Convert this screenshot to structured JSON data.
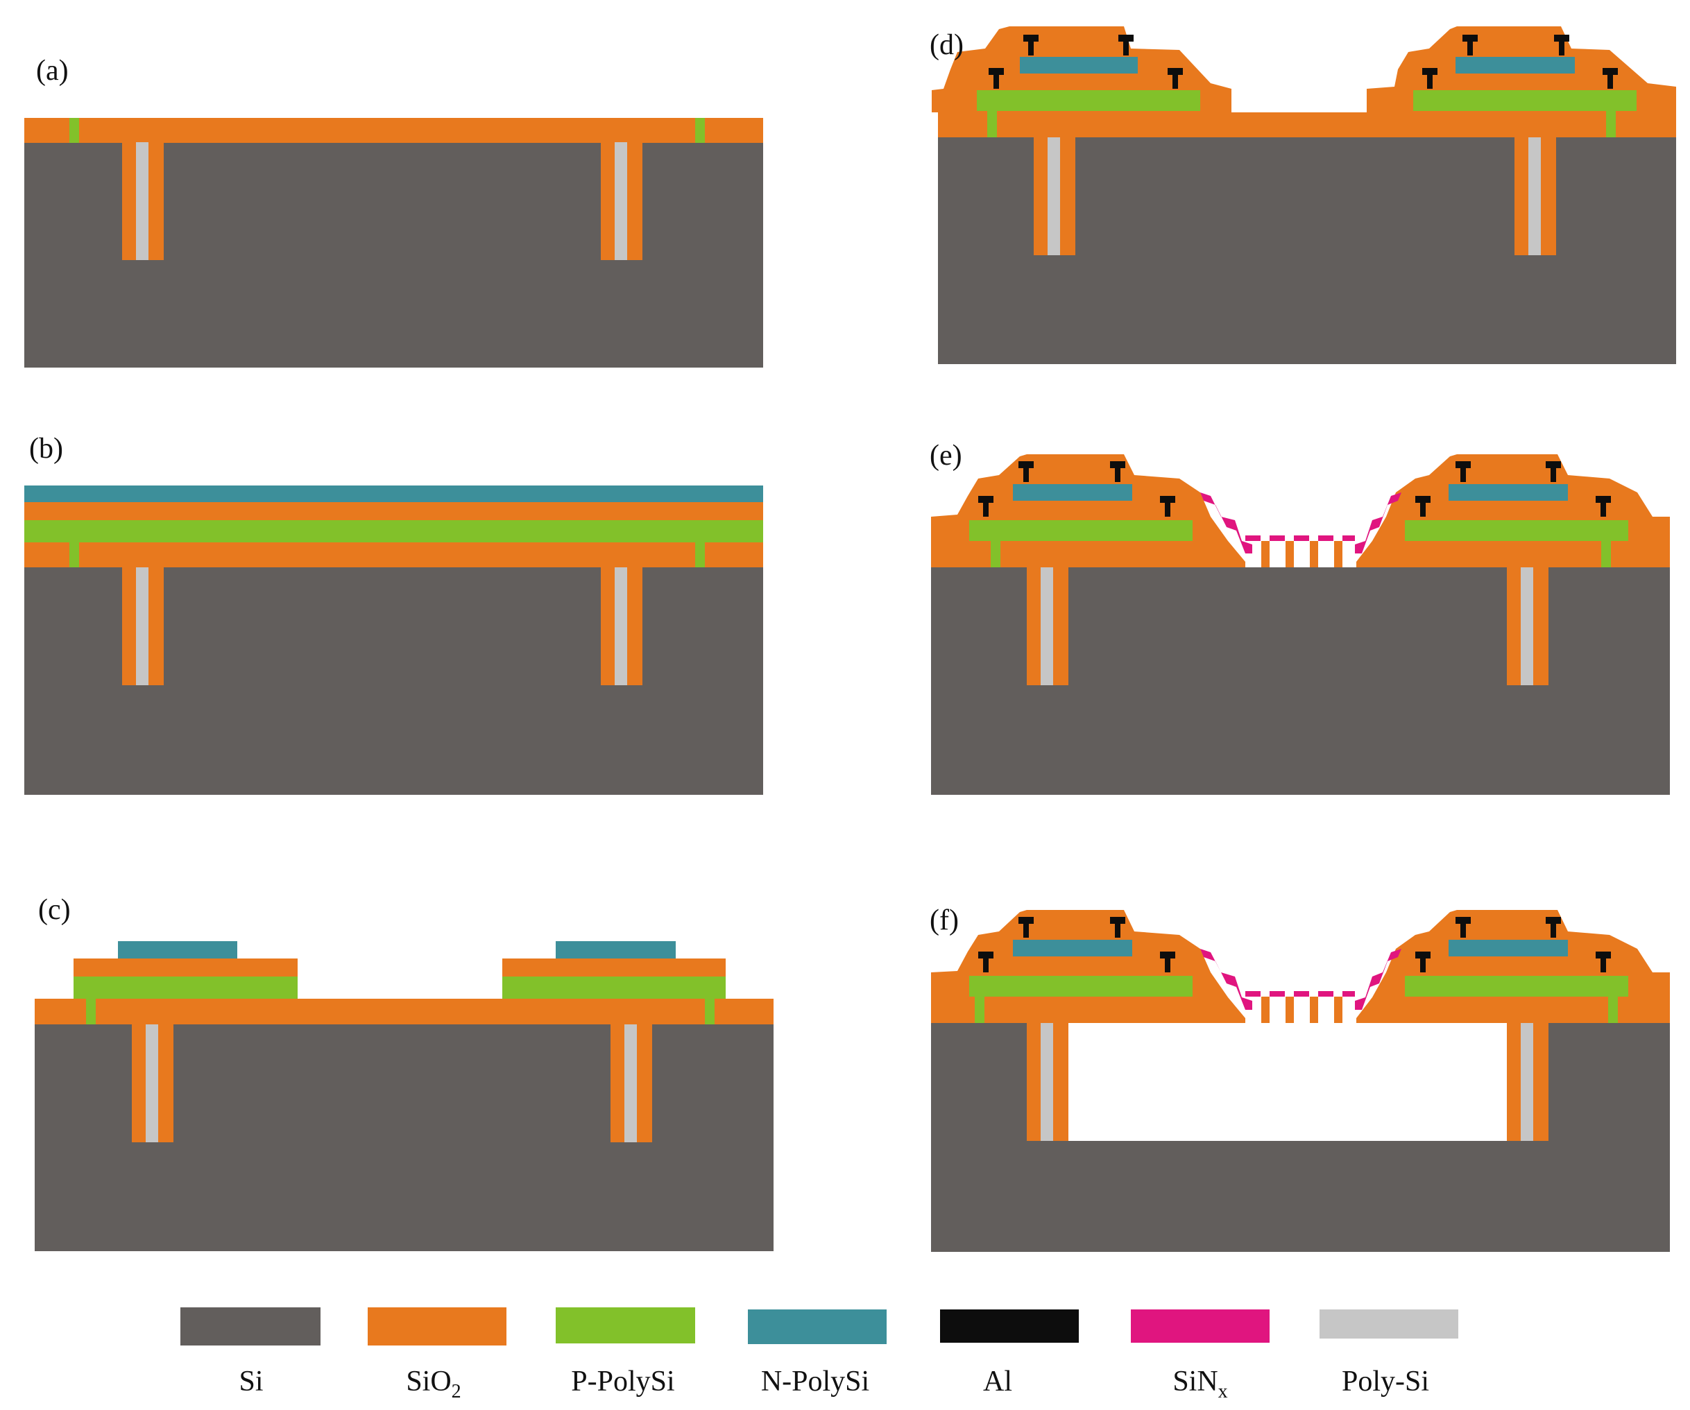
{
  "colors": {
    "Si": "#625e5c",
    "SiO2": "#e8791e",
    "P-PolySi": "#82c12a",
    "N-PolySi": "#3d8f9a",
    "Al": "#0d0d0d",
    "SiNx": "#e0157f",
    "Poly-Si": "#c6c6c6",
    "cavity": "#ffffff"
  },
  "panels": [
    {
      "label": "(a)"
    },
    {
      "label": "(b)"
    },
    {
      "label": "(c)"
    },
    {
      "label": "(d)"
    },
    {
      "label": "(e)"
    },
    {
      "label": "(f)"
    }
  ],
  "legend": [
    {
      "material": "Si",
      "label": "Si",
      "sub": ""
    },
    {
      "material": "SiO2",
      "label": "SiO",
      "sub": "2"
    },
    {
      "material": "P-PolySi",
      "label": "P-PolySi",
      "sub": ""
    },
    {
      "material": "N-PolySi",
      "label": "N-PolySi",
      "sub": ""
    },
    {
      "material": "Al",
      "label": "Al",
      "sub": ""
    },
    {
      "material": "SiNx",
      "label": "SiN",
      "sub": "x"
    },
    {
      "material": "Poly-Si",
      "label": "Poly-Si",
      "sub": ""
    }
  ]
}
